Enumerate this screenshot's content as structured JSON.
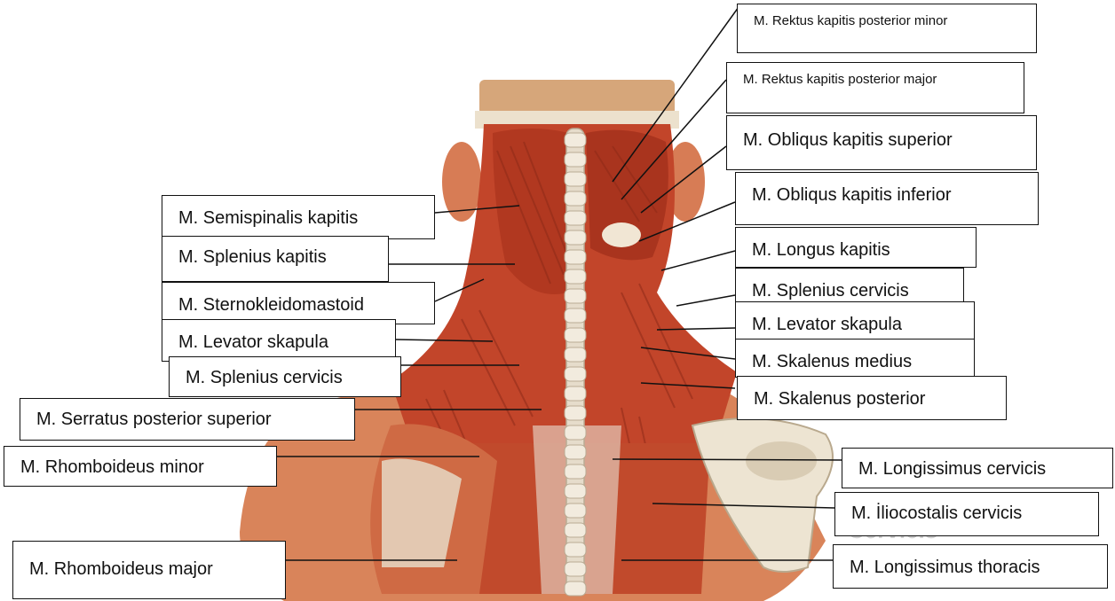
{
  "colors": {
    "muscle": "#c2452a",
    "muscle_dark": "#8e2a18",
    "tendon": "#e9e0d2",
    "skin": "#d9845a",
    "bone": "#ede4d2",
    "leader_line": "#111111"
  },
  "labels": {
    "rectus_minor": "M. Rektus kapitis posterior minor",
    "rectus_major": "M. Rektus kapitis posterior major",
    "obliquus_superior": "M. Obliqus kapitis superior",
    "obliquus_inferior": "M. Obliqus kapitis inferior",
    "longus_kapitis": "M. Longus kapitis",
    "splenius_cervicis_right": "M. Splenius cervicis",
    "levator_right": "M. Levator skapula",
    "skalenus_medius": "M. Skalenus medius",
    "skalenus_posterior": "M. Skalenus posterior",
    "longissimus_cervicis": "M. Longissimus cervicis",
    "iliocostalis_cervicis": "M. İliocostalis cervicis",
    "longissimus_thoracis": "M. Longissimus thoracis",
    "semispinalis": "M. Semispinalis kapitis",
    "splenius_kapitis": "M. Splenius kapitis",
    "sternokleidomastoid": "M. Sternokleidomastoid",
    "levator_left": "M. Levator skapula",
    "splenius_cervicis_left": "M. Splenius cervicis",
    "serratus": "M. Serratus posterior superior",
    "rhomboideus_minor": "M. Rhomboideus minor",
    "rhomboideus_major": "M. Rhomboideus major"
  },
  "watermark": "Cervicis"
}
